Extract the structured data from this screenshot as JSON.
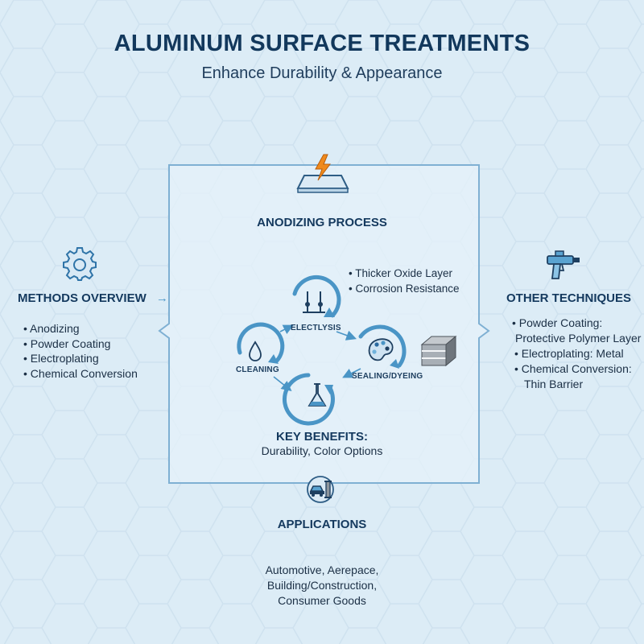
{
  "header": {
    "title": "ALUMINUM SURFACE TREATMENTS",
    "subtitle": "Enhance Durability & Appearance"
  },
  "methods": {
    "title": "METHODS OVERVIEW",
    "items": [
      "Anodizing",
      "Powder Coating",
      "Electroplating",
      "Chemical Conversion"
    ]
  },
  "anodizing": {
    "title": "ANODIZING PROCESS",
    "features": [
      "Thicker Oxide Layer",
      "Corrosion Resistance"
    ],
    "steps": {
      "cleaning": "CLEANING",
      "electrolysis": "ELECTLYSIS",
      "sealing": "SEALING/DYEING"
    },
    "benefits_title": "KEY BENEFITS:",
    "benefits_text": "Durability, Color Options"
  },
  "other": {
    "title": "OTHER TECHNIQUES",
    "items": [
      {
        "line1": "Powder Coating:",
        "line2": "Protective Polymer Layer"
      },
      {
        "line1": "Electroplating: Metal",
        "line2": ""
      },
      {
        "line1": "Chemical Conversion:",
        "line2": "Thin Barrier"
      }
    ]
  },
  "applications": {
    "title": "APPLICATIONS",
    "lines": [
      "Automotive, Aerepace,",
      "Building/Construction,",
      "Consumer Goods"
    ]
  },
  "colors": {
    "background": "#dcecf6",
    "panel_border": "#7fb0d3",
    "icon_blue": "#3d8bc0",
    "accent_orange": "#f08a1c",
    "title_navy": "#12385c"
  },
  "icons": [
    "lightning-plate-icon",
    "gear-icon",
    "spray-gun-icon",
    "electrodes-icon",
    "droplet-icon",
    "palette-icon",
    "flask-icon",
    "layered-block-icon",
    "car-beam-icon"
  ]
}
